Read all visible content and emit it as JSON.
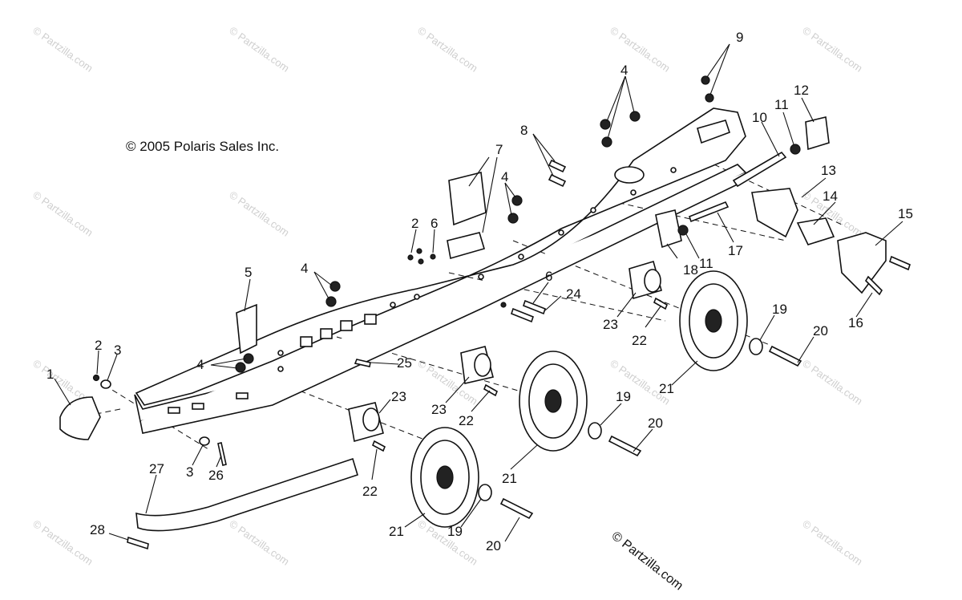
{
  "copyright": "© 2005 Polaris Sales Inc.",
  "watermark": "© Partzilla.com",
  "site_watermark": "© Partzilla.com",
  "callouts": [
    {
      "label": "1"
    },
    {
      "label": "2"
    },
    {
      "label": "3"
    },
    {
      "label": "4"
    },
    {
      "label": "2"
    },
    {
      "label": "6"
    },
    {
      "label": "5"
    },
    {
      "label": "4"
    },
    {
      "label": "4"
    },
    {
      "label": "7"
    },
    {
      "label": "4"
    },
    {
      "label": "8"
    },
    {
      "label": "9"
    },
    {
      "label": "10"
    },
    {
      "label": "11"
    },
    {
      "label": "12"
    },
    {
      "label": "13"
    },
    {
      "label": "14"
    },
    {
      "label": "15"
    },
    {
      "label": "16"
    },
    {
      "label": "17"
    },
    {
      "label": "18"
    },
    {
      "label": "11"
    },
    {
      "label": "6"
    },
    {
      "label": "24"
    },
    {
      "label": "23"
    },
    {
      "label": "22"
    },
    {
      "label": "19"
    },
    {
      "label": "20"
    },
    {
      "label": "21"
    },
    {
      "label": "25"
    },
    {
      "label": "23"
    },
    {
      "label": "23"
    },
    {
      "label": "22"
    },
    {
      "label": "19"
    },
    {
      "label": "20"
    },
    {
      "label": "21"
    },
    {
      "label": "3"
    },
    {
      "label": "26"
    },
    {
      "label": "22"
    },
    {
      "label": "27"
    },
    {
      "label": "28"
    },
    {
      "label": "21"
    },
    {
      "label": "19"
    },
    {
      "label": "20"
    }
  ]
}
